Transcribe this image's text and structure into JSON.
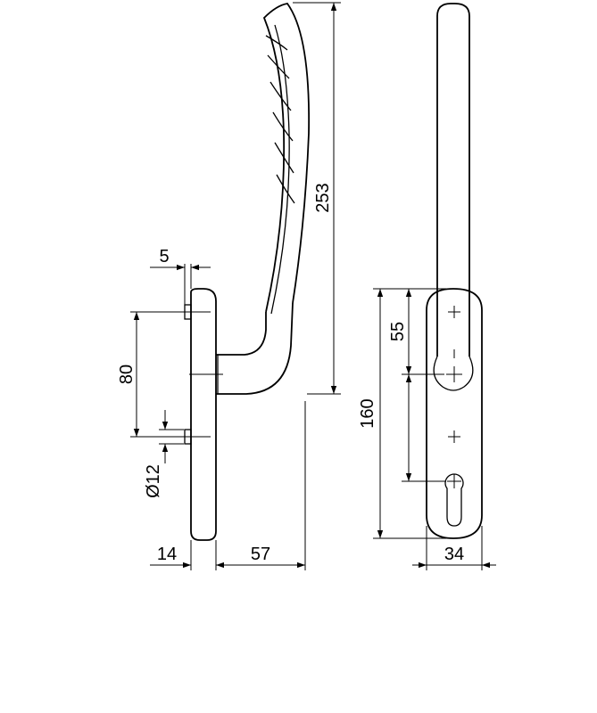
{
  "dimensions": {
    "overall_length": "253",
    "screw_spacing": "80",
    "rose_thickness": "14",
    "handle_projection": "57",
    "offset": "5",
    "diameter": "Ø12",
    "rose_length": "160",
    "spindle_to_top_screw": "55",
    "rose_width": "34"
  }
}
